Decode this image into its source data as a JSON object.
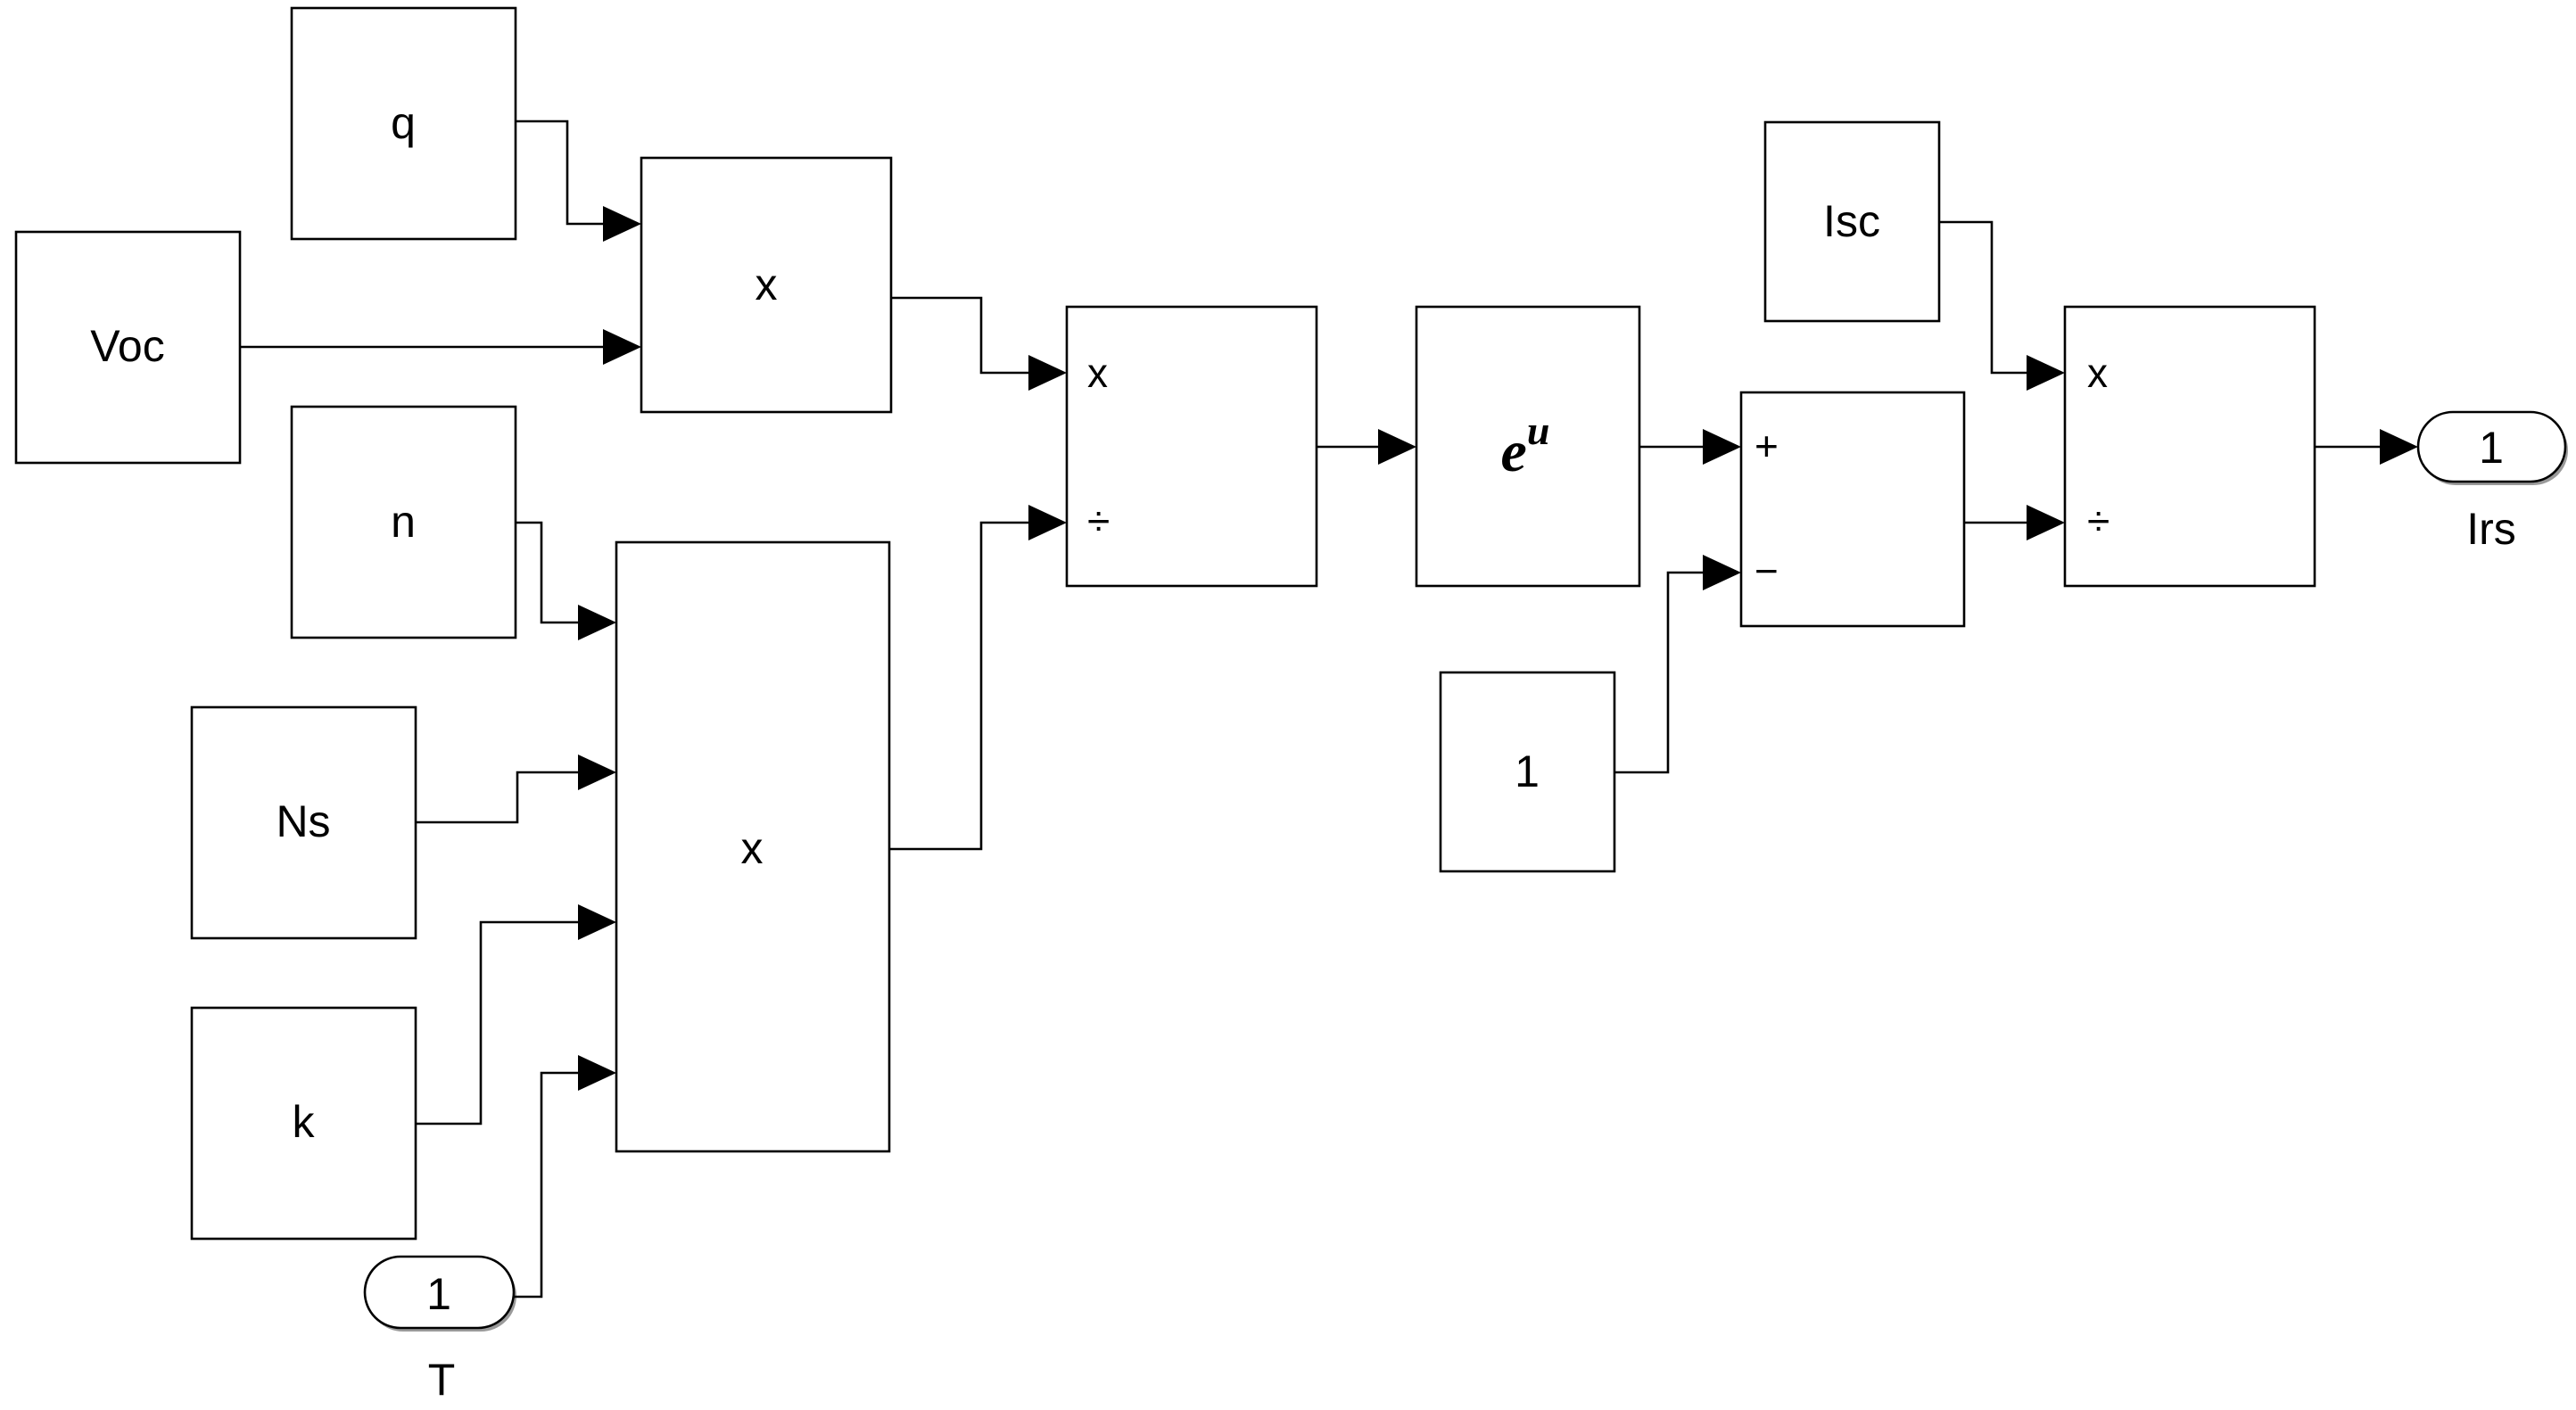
{
  "blocks": {
    "q": "q",
    "voc": "Voc",
    "n": "n",
    "ns": "Ns",
    "k": "k",
    "product_top": "x",
    "product_bottom": "x",
    "divide1_mult": "x",
    "divide1_div": "÷",
    "exp_base": "e",
    "exp_power": "u",
    "sum_plus": "+",
    "sum_minus": "−",
    "const_one": "1",
    "isc": "Isc",
    "divide2_mult": "x",
    "divide2_div": "÷"
  },
  "ports": {
    "inport_number": "1",
    "inport_name": "T",
    "outport_number": "1",
    "outport_name": "Irs"
  },
  "colors": {
    "line": "#000000",
    "block_fill": "#ffffff",
    "shadow": "#9a9a9a"
  }
}
